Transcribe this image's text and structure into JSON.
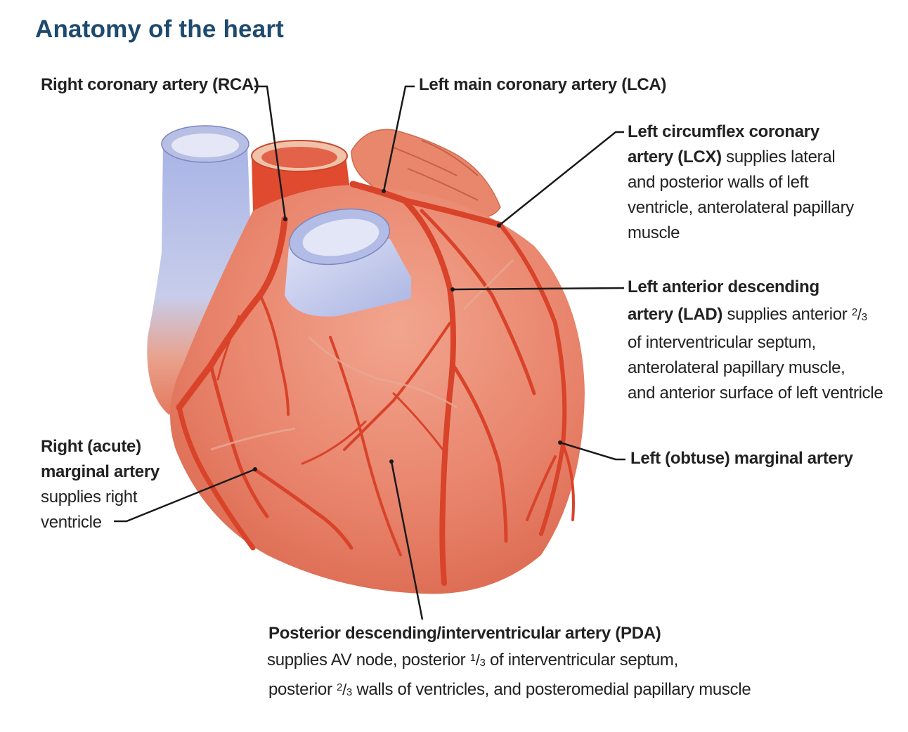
{
  "title": "Anatomy of the heart",
  "labels": {
    "rca": "Right coronary artery (RCA)",
    "lca": "Left main coronary artery (LCA)",
    "lcx": {
      "bold1": "Left circumflex coronary",
      "bold2": "artery (LCX)",
      "rest2": " supplies lateral",
      "line3": "and posterior walls of left",
      "line4": "ventricle, anterolateral papillary",
      "line5": "muscle"
    },
    "lad": {
      "bold1": "Left anterior descending",
      "bold2": "artery (LAD)",
      "rest2": " supplies anterior ",
      "frac_num": "2",
      "frac_den": "3",
      "line3": "of interventricular septum,",
      "line4": "anterolateral papillary muscle,",
      "line5": "and anterior surface of left ventricle"
    },
    "om": "Left (obtuse) marginal artery",
    "rm": {
      "bold1": "Right (acute)",
      "bold2": "marginal artery",
      "line3": "supplies right",
      "line4": "ventricle"
    },
    "pda": {
      "bold1": "Posterior descending/interventricular artery (PDA)",
      "line2a": "supplies AV node, posterior ",
      "frac1_num": "1",
      "frac1_den": "3",
      "line2b": " of interventricular septum,",
      "line3a": "posterior ",
      "frac2_num": "2",
      "frac2_den": "3",
      "line3b": " walls of ventricles, and posteromedial papillary muscle"
    }
  },
  "colors": {
    "title": "#1d4a6e",
    "heart": "#e8826a",
    "artery": "#d8432a",
    "vein": "#b7bfe4",
    "leader": "#1a1a1a"
  }
}
